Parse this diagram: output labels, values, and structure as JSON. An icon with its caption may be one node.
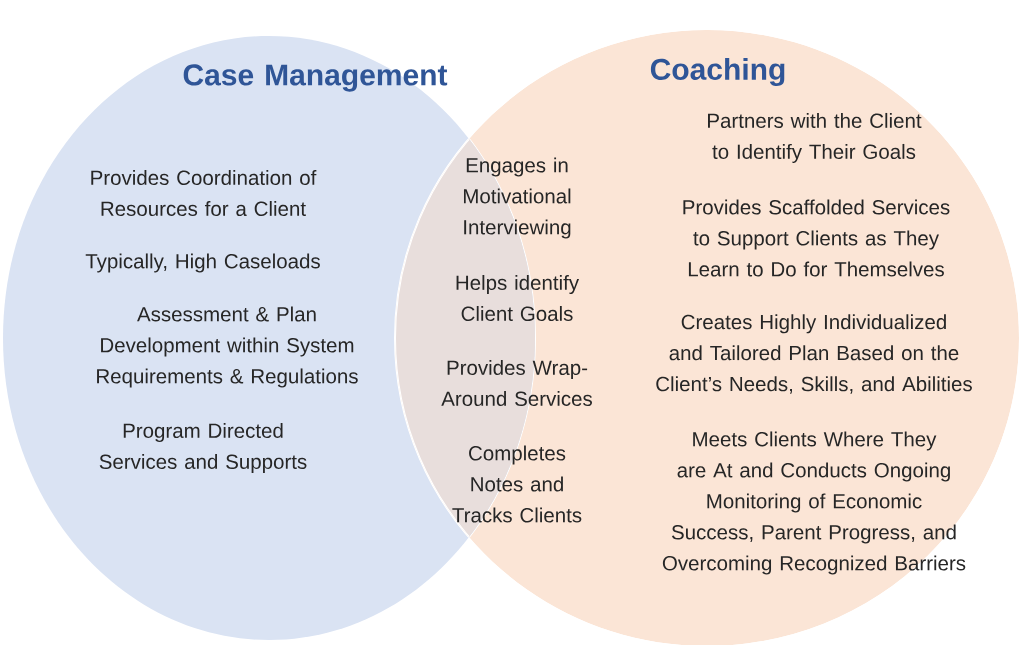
{
  "diagram": {
    "nodes": [
      {
        "text": [
          "Case Management",
          "Provides Coordination of Resources for a Client",
          "Typically, High Caseloads",
          "Assessment & Plan Development within System Requirements & Regulations",
          "Program Directed Services and Supports"
        ]
      },
      {
        "text": [
          "Coaching",
          "Partners with the Client to Identify Their Goals",
          "Provides Scaffolded Services to Support Clients as They Learn to Do for Themselves",
          "Creates Highly Individualized and Tailored Plan Based on the Client’s Needs, Skills, and Abilities",
          "Meets Clients Where They are At and Conducts Ongoing Monitoring of Economic Success, Parent Progress, and Overcoming Recognized Barriers"
        ]
      }
    ],
    "edges": [],
    "labels": [
      "Engages in Motivational Interviewing",
      "Helps identify Client Goals",
      "Provides Wrap-Around Services",
      "Completes Notes and Tracks Clients"
    ]
  }
}
